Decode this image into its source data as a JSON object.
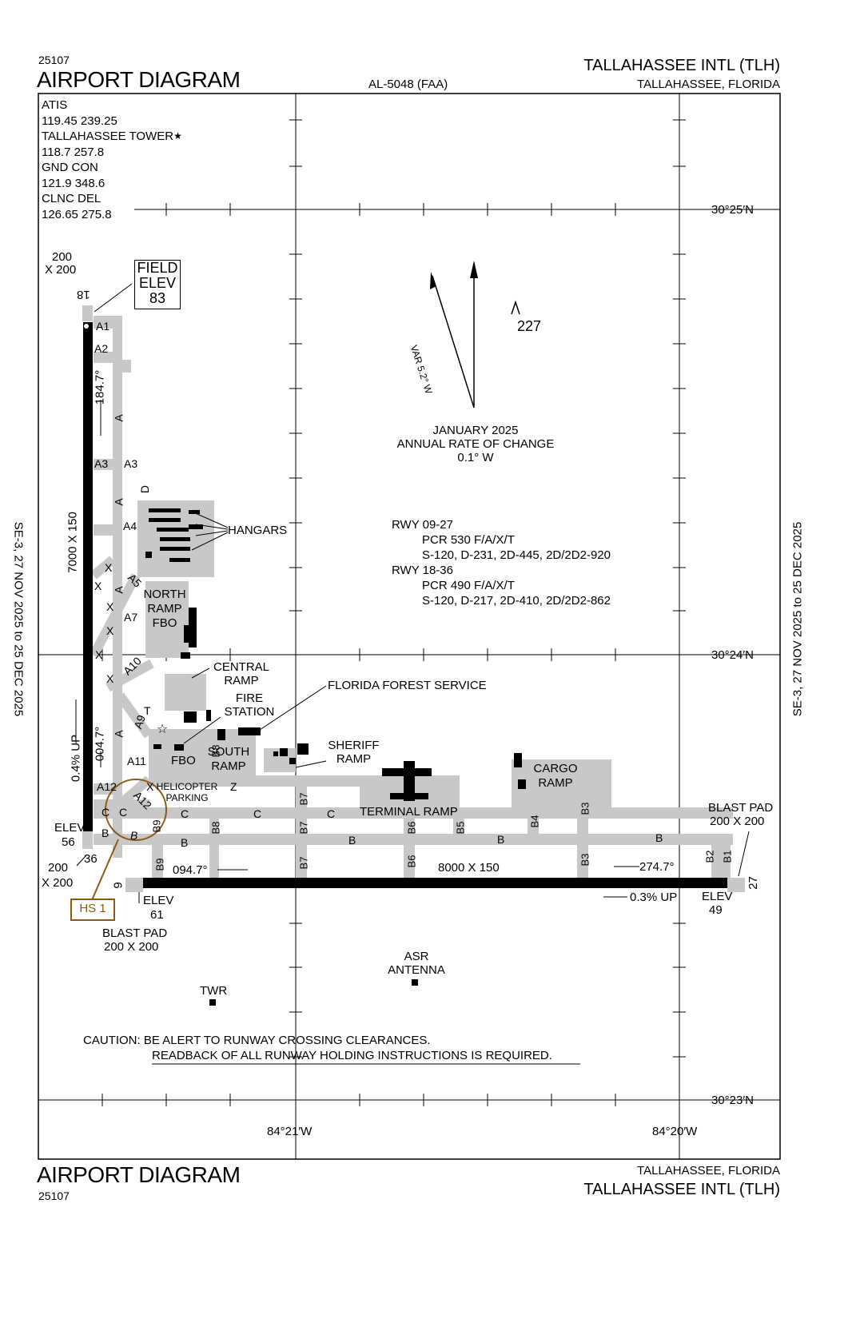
{
  "header": {
    "chart_number": "25107",
    "title": "AIRPORT DIAGRAM",
    "airport_name": "TALLAHASSEE INTL (TLH)",
    "location": "TALLAHASSEE, FLORIDA",
    "chart_id": "AL-5048 (FAA)"
  },
  "footer": {
    "chart_number": "25107",
    "title": "AIRPORT DIAGRAM",
    "airport_name": "TALLAHASSEE INTL (TLH)",
    "location": "TALLAHASSEE, FLORIDA"
  },
  "validity": "SE-3,  27 NOV 2025  to  25 DEC 2025",
  "frequencies": [
    {
      "name": "ATIS",
      "value": "119.45 239.25"
    },
    {
      "name": "TALLAHASSEE TOWER",
      "value": "118.7 257.8",
      "marker": "★"
    },
    {
      "name": "GND CON",
      "value": "121.9 348.6"
    },
    {
      "name": "CLNC DEL",
      "value": "126.65 275.8"
    }
  ],
  "field_elev": {
    "label1": "FIELD",
    "label2": "ELEV",
    "value": "83"
  },
  "coordinates": {
    "lat_top": "30°25′N",
    "lat_mid": "30°24′N",
    "lat_bottom": "30°23′N",
    "lon_left": "84°21′W",
    "lon_right": "84°20′W"
  },
  "magnetic": {
    "variation": "VAR 5.2° W",
    "rate_title": "JANUARY 2025",
    "rate_label": "ANNUAL RATE OF CHANGE",
    "rate_value": "0.1° W",
    "obstacle": "227"
  },
  "runway_info": [
    {
      "runway": "RWY 09-27",
      "pcr": "PCR 530 F/A/X/T",
      "weights": "S-120, D-231, 2D-445, 2D/2D2-920"
    },
    {
      "runway": "RWY 18-36",
      "pcr": "PCR 490 F/A/X/T",
      "weights": "S-120, D-217, 2D-410, 2D/2D2-862"
    }
  ],
  "runway_18_36": {
    "dimensions": "7000 X 150",
    "heading_south": "184.7°",
    "heading_north": "004.7°",
    "gradient": "0.4% UP",
    "end_north": "18",
    "end_south": "36",
    "elev_label": "ELEV",
    "elev_value": "56",
    "pad_north": [
      "200",
      "X 200"
    ],
    "pad_south": [
      "200",
      "X 200"
    ]
  },
  "runway_09_27": {
    "dimensions": "8000 X 150",
    "heading_east": "094.7°",
    "heading_west": "274.7°",
    "gradient": "0.3% UP",
    "end_west": "9",
    "end_east": "27",
    "elev_west_label": "ELEV",
    "elev_west": "61",
    "elev_east_label": "ELEV",
    "elev_east": "49",
    "blast_pad_label": "BLAST PAD",
    "blast_pad_size": "200 X 200"
  },
  "hot_spot": "HS 1",
  "areas": {
    "hangars": "HANGARS",
    "north_ramp": [
      "NORTH",
      "RAMP"
    ],
    "fbo": "FBO",
    "central_ramp": [
      "CENTRAL",
      "RAMP"
    ],
    "fire_station": [
      "FIRE",
      "STATION"
    ],
    "forest_service": "FLORIDA FOREST SERVICE",
    "sheriff_ramp": [
      "SHERIFF",
      "RAMP"
    ],
    "south_ramp": [
      "SOUTH",
      "RAMP"
    ],
    "helicopter_parking": [
      "HELICOPTER",
      "PARKING"
    ],
    "terminal_ramp": "TERMINAL RAMP",
    "cargo_ramp": [
      "CARGO",
      "RAMP"
    ],
    "asr_antenna": [
      "ASR",
      "ANTENNA"
    ],
    "tower": "TWR"
  },
  "taxiways": {
    "A1": "A1",
    "A2": "A2",
    "A3": "A3",
    "A4": "A4",
    "A5": "A5",
    "A7": "A7",
    "A9": "A9",
    "A10": "A10",
    "A11": "A11",
    "A12": "A12",
    "A": "A",
    "B": "B",
    "C": "C",
    "D": "D",
    "X": "X",
    "Z": "Z",
    "T": "T",
    "B1": "B1",
    "B2": "B2",
    "B3": "B3",
    "B4": "B4",
    "B5": "B5",
    "B6": "B6",
    "B7": "B7",
    "B8": "B8",
    "B9": "B9"
  },
  "caution": {
    "line1": "CAUTION: BE ALERT TO RUNWAY CROSSING CLEARANCES.",
    "line2": "READBACK OF ALL RUNWAY HOLDING INSTRUCTIONS IS REQUIRED."
  }
}
